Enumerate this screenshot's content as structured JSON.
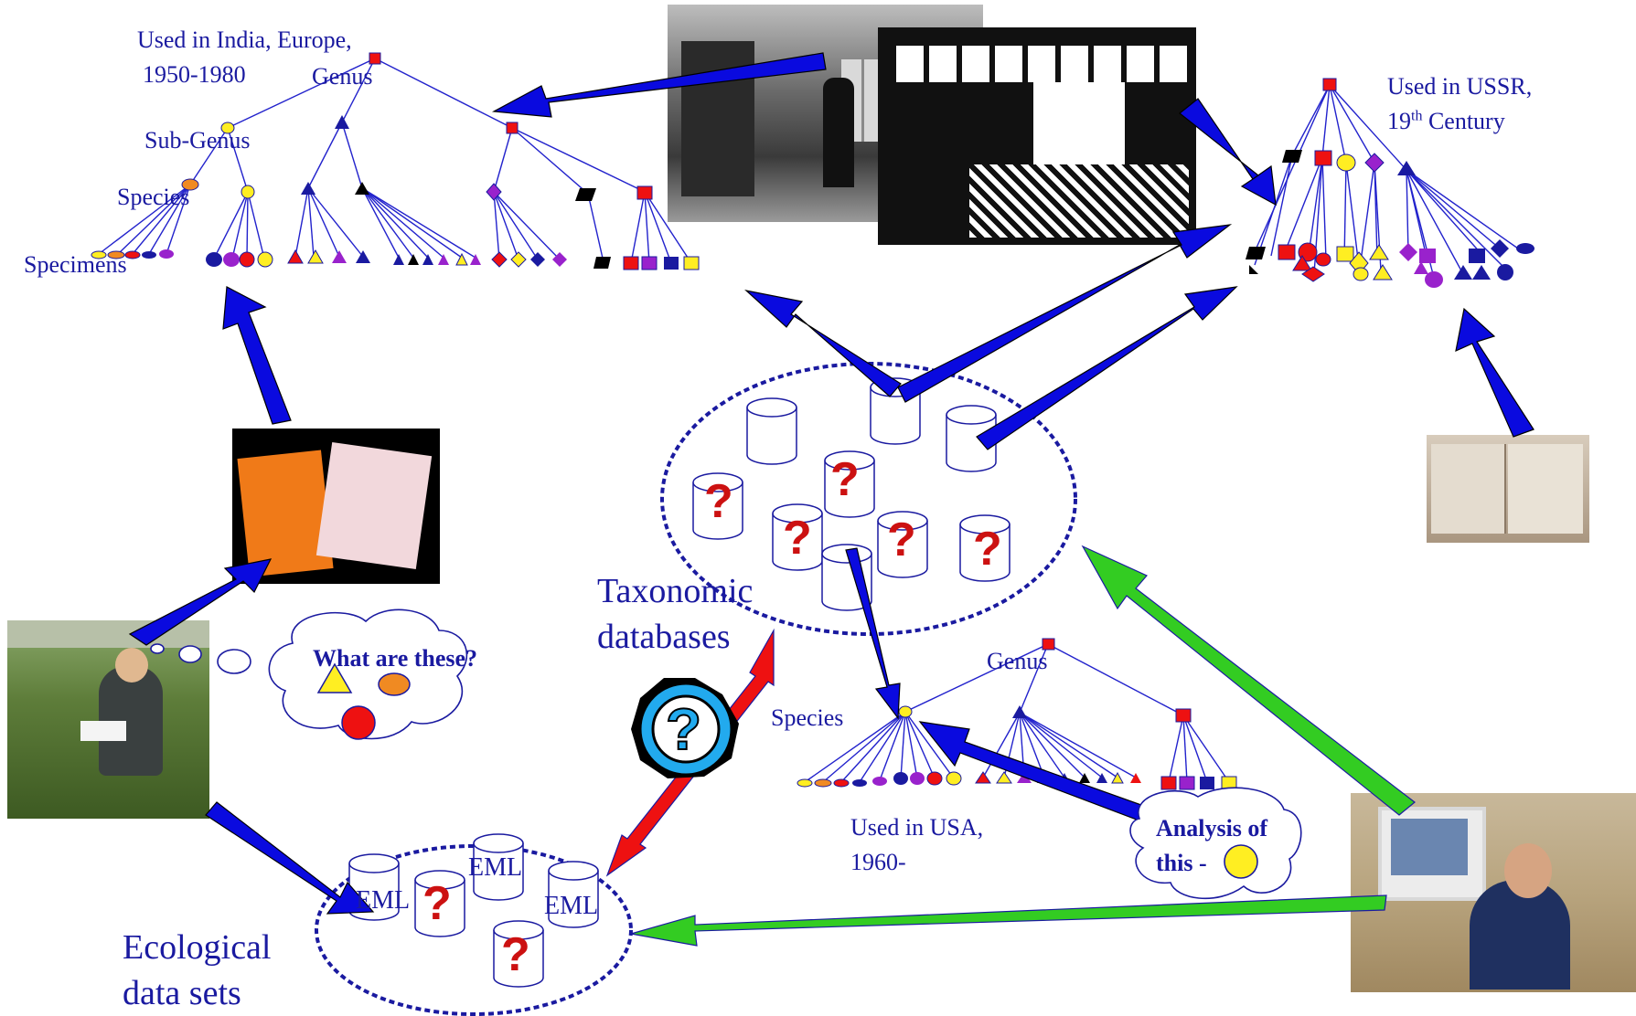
{
  "tree_india": {
    "caption_line1": "Used in India, Europe,",
    "caption_line2": "1950-1980",
    "genus": "Genus",
    "subgenus": "Sub-Genus",
    "species": "Species",
    "specimens": "Specimens"
  },
  "tree_ussr": {
    "caption_line1": "Used in USSR,",
    "caption_century_num": "19",
    "caption_century_sup": "th",
    "caption_century_rest": " Century"
  },
  "tree_usa": {
    "genus": "Genus",
    "species": "Species",
    "caption_line1": "Used in USA,",
    "caption_line2": "1960-"
  },
  "taxonomic": {
    "line1": "Taxonomic",
    "line2": "databases"
  },
  "ecological": {
    "line1": "Ecological",
    "line2": "data sets"
  },
  "thought_bubble": "What are these?",
  "analysis_bubble": {
    "line1": "Analysis of",
    "line2": "this -"
  },
  "eml": {
    "a": "EML",
    "b": "EML",
    "c": "EML"
  },
  "question_mark": "?",
  "colors": {
    "arrow_blue": "#0a0adf",
    "arrow_green": "#33cc22",
    "arrow_red": "#ee1111",
    "text_blue": "#1a1aa0",
    "tree_line": "#2222cc"
  }
}
